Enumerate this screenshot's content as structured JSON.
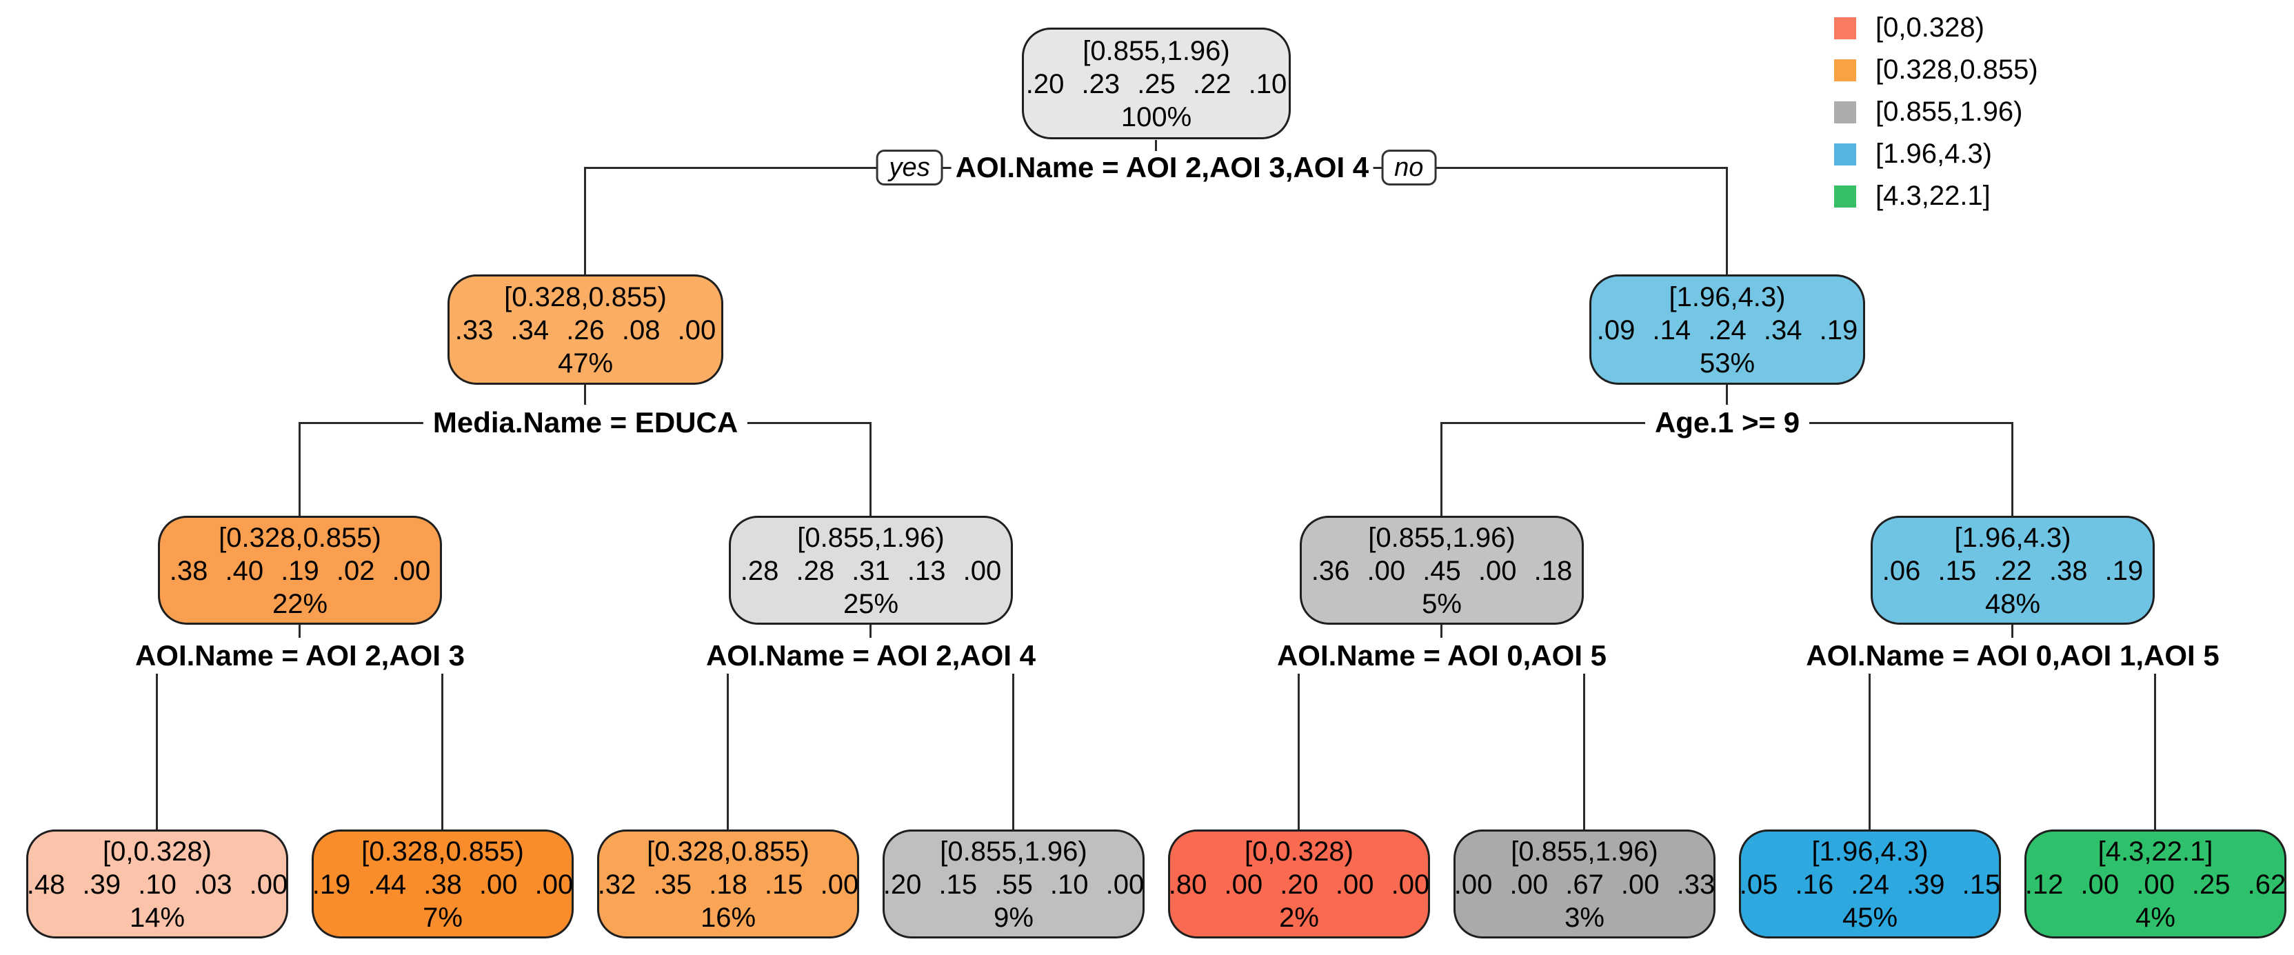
{
  "plot": {
    "type": "decision-tree",
    "background": "#FFFFFF",
    "line_color": "#2A2A2A"
  },
  "legend": {
    "items": [
      {
        "label": "[0,0.328)",
        "color": "#F87B62"
      },
      {
        "label": "[0.328,0.855)",
        "color": "#F9A243"
      },
      {
        "label": "[0.855,1.96)",
        "color": "#ACACAC"
      },
      {
        "label": "[1.96,4.3)",
        "color": "#54B4E2"
      },
      {
        "label": "[4.3,22.1]",
        "color": "#35BE66"
      }
    ]
  },
  "splits": [
    {
      "label": "AOI.Name = AOI 2,AOI 3,AOI 4",
      "yes_label": "yes",
      "no_label": "no"
    },
    {
      "label": "Media.Name = EDUCA"
    },
    {
      "label": "Age.1 >= 9"
    },
    {
      "label": "AOI.Name = AOI 2,AOI 3"
    },
    {
      "label": "AOI.Name = AOI 2,AOI 4"
    },
    {
      "label": "AOI.Name = AOI 0,AOI 5"
    },
    {
      "label": "AOI.Name = AOI 0,AOI 1,AOI 5"
    }
  ],
  "nodes": [
    {
      "interval": "[0.855,1.96)",
      "probs": ".20 .23 .25 .22 .10",
      "percent": "100%",
      "color": "#E6E6E6"
    },
    {
      "interval": "[0.328,0.855)",
      "probs": ".33 .34 .26 .08 .00",
      "percent": "47%",
      "color": "#FBAD63"
    },
    {
      "interval": "[1.96,4.3)",
      "probs": ".09 .14 .24 .34 .19",
      "percent": "53%",
      "color": "#74C6E4"
    },
    {
      "interval": "[0.328,0.855)",
      "probs": ".38 .40 .19 .02 .00",
      "percent": "22%",
      "color": "#FA9F50"
    },
    {
      "interval": "[0.855,1.96)",
      "probs": ".28 .28 .31 .13 .00",
      "percent": "25%",
      "color": "#DDDDDD"
    },
    {
      "interval": "[0.855,1.96)",
      "probs": ".36 .00 .45 .00 .18",
      "percent": "5%",
      "color": "#C2C2C2"
    },
    {
      "interval": "[1.96,4.3)",
      "probs": ".06 .15 .22 .38 .19",
      "percent": "48%",
      "color": "#6FC3E3"
    },
    {
      "interval": "[0,0.328)",
      "probs": ".48 .39 .10 .03 .00",
      "percent": "14%",
      "color": "#FBC3A9"
    },
    {
      "interval": "[0.328,0.855)",
      "probs": ".19 .44 .38 .00 .00",
      "percent": "7%",
      "color": "#F98D2B"
    },
    {
      "interval": "[0.328,0.855)",
      "probs": ".32 .35 .18 .15 .00",
      "percent": "16%",
      "color": "#FAA456"
    },
    {
      "interval": "[0.855,1.96)",
      "probs": ".20 .15 .55 .10 .00",
      "percent": "9%",
      "color": "#BFBFBF"
    },
    {
      "interval": "[0,0.328)",
      "probs": ".80 .00 .20 .00 .00",
      "percent": "2%",
      "color": "#F96A50"
    },
    {
      "interval": "[0.855,1.96)",
      "probs": ".00 .00 .67 .00 .33",
      "percent": "3%",
      "color": "#AAAAAA"
    },
    {
      "interval": "[1.96,4.3)",
      "probs": ".05 .16 .24 .39 .15",
      "percent": "45%",
      "color": "#2EA9DF"
    },
    {
      "interval": "[4.3,22.1]",
      "probs": ".12 .00 .00 .25 .62",
      "percent": "4%",
      "color": "#2EC06A"
    }
  ],
  "edges": [
    {
      "parent": 0,
      "split": 0,
      "children": [
        1,
        2
      ]
    },
    {
      "parent": 1,
      "split": 1,
      "children": [
        3,
        4
      ]
    },
    {
      "parent": 2,
      "split": 2,
      "children": [
        5,
        6
      ]
    },
    {
      "parent": 3,
      "split": 3,
      "children": [
        7,
        8
      ]
    },
    {
      "parent": 4,
      "split": 4,
      "children": [
        9,
        10
      ]
    },
    {
      "parent": 5,
      "split": 5,
      "children": [
        11,
        12
      ]
    },
    {
      "parent": 6,
      "split": 6,
      "children": [
        13,
        14
      ]
    }
  ]
}
